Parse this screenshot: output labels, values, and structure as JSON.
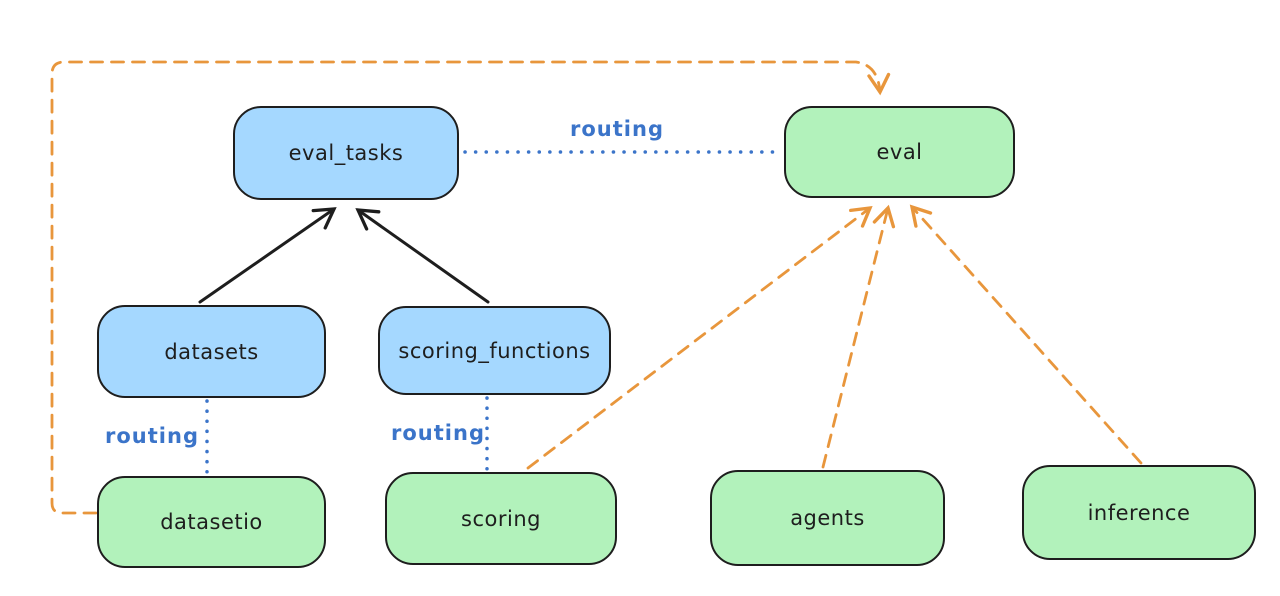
{
  "diagram": {
    "title": "",
    "nodes": {
      "eval_tasks": {
        "label": "eval_tasks",
        "fill": "#a5d8ff",
        "kind": "blue"
      },
      "eval": {
        "label": "eval",
        "fill": "#b2f2bb",
        "kind": "green"
      },
      "datasets": {
        "label": "datasets",
        "fill": "#a5d8ff",
        "kind": "blue"
      },
      "scoring_functions": {
        "label": "scoring_functions",
        "fill": "#a5d8ff",
        "kind": "blue"
      },
      "datasetio": {
        "label": "datasetio",
        "fill": "#b2f2bb",
        "kind": "green"
      },
      "scoring": {
        "label": "scoring",
        "fill": "#b2f2bb",
        "kind": "green"
      },
      "agents": {
        "label": "agents",
        "fill": "#b2f2bb",
        "kind": "green"
      },
      "inference": {
        "label": "inference",
        "fill": "#b2f2bb",
        "kind": "green"
      }
    },
    "edges": [
      {
        "from": "datasets",
        "to": "eval_tasks",
        "style": "solid-arrow",
        "color": "#1e1e1e"
      },
      {
        "from": "scoring_functions",
        "to": "eval_tasks",
        "style": "solid-arrow",
        "color": "#1e1e1e"
      },
      {
        "from": "eval_tasks",
        "to": "eval",
        "style": "dotted",
        "color": "#3b74c9",
        "label": "routing"
      },
      {
        "from": "datasets",
        "to": "datasetio",
        "style": "dotted",
        "color": "#3b74c9",
        "label": "routing"
      },
      {
        "from": "scoring_functions",
        "to": "scoring",
        "style": "dotted",
        "color": "#3b74c9",
        "label": "routing"
      },
      {
        "from": "scoring",
        "to": "eval",
        "style": "dashed-arrow",
        "color": "#e8963c"
      },
      {
        "from": "agents",
        "to": "eval",
        "style": "dashed-arrow",
        "color": "#e8963c"
      },
      {
        "from": "inference",
        "to": "eval",
        "style": "dashed-arrow",
        "color": "#e8963c"
      },
      {
        "from": "datasetio",
        "to": "eval",
        "style": "dashed-arrow",
        "color": "#e8963c",
        "route": "around-left-and-top"
      }
    ],
    "colors": {
      "background": "#ffffff",
      "node_border": "#1e1e1e",
      "blue_fill": "#a5d8ff",
      "green_fill": "#b2f2bb",
      "routing_blue": "#3b74c9",
      "arrow_orange": "#e8963c",
      "arrow_black": "#1e1e1e"
    }
  }
}
